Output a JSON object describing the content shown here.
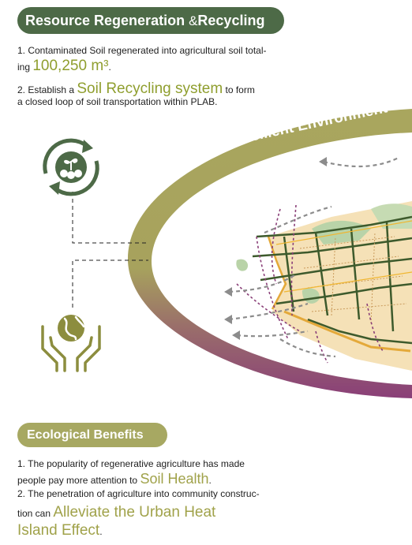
{
  "header": {
    "title_part1": "Resource Regeneration ",
    "title_amp": "&",
    "title_part2": "Recycling"
  },
  "resource": {
    "p1_line1": "1. Contaminated Soil regenerated into agricultural soil total-",
    "p1_line2_prefix": "ing ",
    "p1_value": "100,250 m³",
    "p1_suffix": ".",
    "p2_prefix": "2. Establish a ",
    "p2_highlight": "Soil Recycling system",
    "p2_suffix": " to form",
    "p2_line2": "a closed loop of soil transportation within PLAB."
  },
  "banner": {
    "label": "Resilient Environment"
  },
  "ecological": {
    "title": "Ecological Benefits",
    "l1": "1. The popularity of regenerative agriculture has made",
    "l2_prefix": "people pay more attention to ",
    "l2_highlight": "Soil Health",
    "l2_suffix": ".",
    "l3": "2. The penetration of agriculture into community construc-",
    "l4_prefix": "tion can ",
    "l4_highlight": "Alleviate the Urban Heat",
    "l5_highlight": "Island Effect",
    "l5_suffix": "."
  },
  "colors": {
    "dark_green": "#4d6a47",
    "olive": "#a7a862",
    "accent_green": "#8f9e2e",
    "magenta": "#8a3f78",
    "parcel_fill": "#f2d9a6",
    "road_green": "#3d5a2c"
  },
  "icons": [
    "soil-recycle-icon",
    "earth-hands-icon"
  ]
}
